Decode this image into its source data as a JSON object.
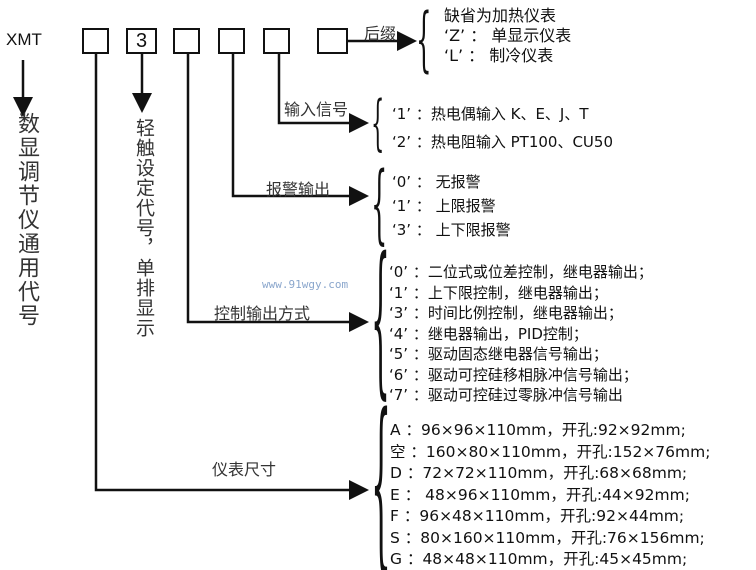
{
  "prefix": "XMT",
  "boxes": [
    "",
    "3",
    "",
    "",
    "",
    ""
  ],
  "left_label": "数显调节仪通用代号",
  "box2_label": "轻触设定代号，单排显示",
  "suffix": {
    "label": "后缀",
    "options": [
      "缺省为加热仪表",
      "‘Z’ ：  单显示仪表",
      "‘L’ ：  制冷仪表"
    ]
  },
  "input_signal": {
    "label": "输入信号",
    "options": [
      "‘1’ ：热电偶输入 K、E、J、T",
      "‘2’ ：热电阻输入 PT100、CU50"
    ]
  },
  "alarm_output": {
    "label": "报警输出",
    "options": [
      "‘0’ ： 无报警",
      "‘1’ ： 上限报警",
      "‘3’ ： 上下限报警"
    ]
  },
  "control_output": {
    "label": "控制输出方式",
    "options": [
      "‘0’ ：二位式或位差控制，继电器输出；",
      "‘1’ ：上下限控制，继电器输出；",
      "‘3’ ：时间比例控制，继电器输出；",
      "‘4’ ：继电器输出，PID控制；",
      "‘5’ ：驱动固态继电器信号输出；",
      "‘6’ ：驱动可控硅移相脉冲信号输出；",
      "‘7’ ：驱动可控硅过零脉冲信号输出"
    ]
  },
  "size": {
    "label": "仪表尺寸",
    "options": [
      "A  ：96×96×110mm，开孔:92×92mm;",
      "空 ：160×80×110mm，开孔:152×76mm;",
      "D  ：72×72×110mm，开孔:68×68mm;",
      "E  ： 48×96×110mm，开孔:44×92mm;",
      "F  ：96×48×110mm，开孔:92×44mm;",
      "S  ：80×160×110mm，开孔:76×156mm;",
      "G  ：48×48×110mm，开孔:45×45mm;"
    ]
  },
  "watermark": "www.91wgy.com"
}
